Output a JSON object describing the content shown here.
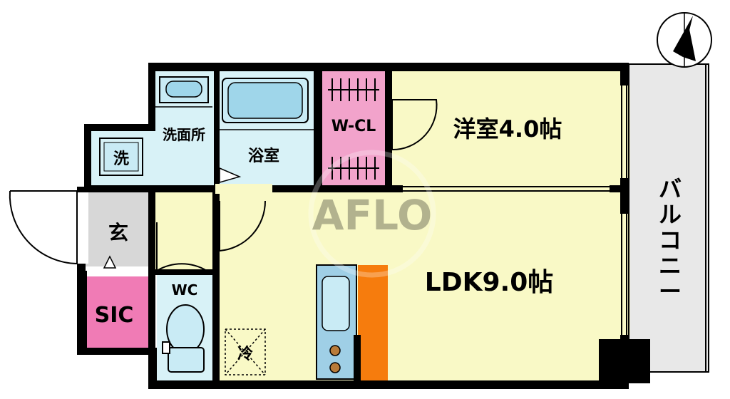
{
  "rooms": {
    "western_room": "洋室4.0帖",
    "ldk": "LDK9.0帖",
    "walk_in_closet": "W-CL",
    "bathroom": "浴室",
    "washroom": "洗面所",
    "washing_machine": "洗",
    "entrance": "玄",
    "toilet": "WC",
    "shoe_closet": "SIC",
    "balcony": [
      "バ",
      "ル",
      "コ",
      "ニ",
      "ー"
    ],
    "refrigerator": "冷"
  },
  "watermark": "AFLO",
  "colors": {
    "room_yellow": "#f9f9c6",
    "wet_area_blue": "#d8f2f7",
    "closet_pink": "#f2a3cb",
    "sic_pink": "#f07bb5",
    "entrance_gray": "#d7d7d7",
    "counter_orange": "#f67c0d",
    "sink_blue": "#9fcfe6",
    "wall": "#000000"
  }
}
